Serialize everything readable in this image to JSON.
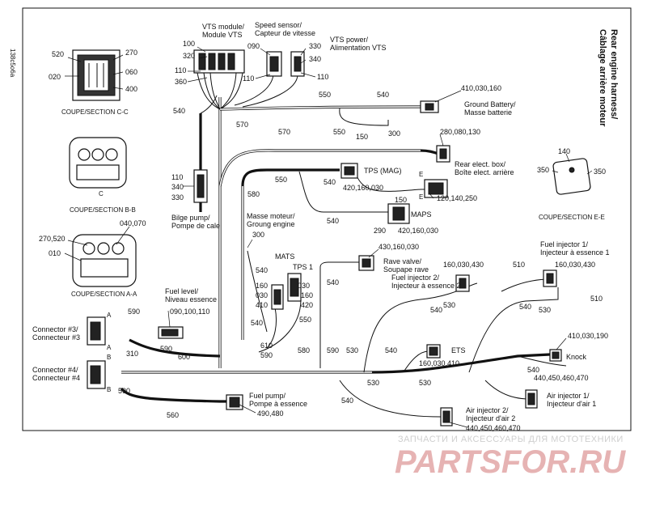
{
  "doc_ref": "138c5o6a",
  "title_line1": "Rear engine harness/",
  "title_line2": "Câblage arrière moteur",
  "sections": {
    "cc": "COUPE/SECTION C-C",
    "bb": "COUPE/SECTION B-B",
    "aa": "COUPE/SECTION A-A",
    "ee": "COUPE/SECTION E-E"
  },
  "section_numbers": {
    "cc": [
      "520",
      "270",
      "020",
      "060",
      "400"
    ],
    "aa": [
      "270,520",
      "040,070",
      "010"
    ],
    "ee": [
      "140",
      "350",
      "350"
    ]
  },
  "labels": {
    "vts_module": "VTS module/",
    "vts_module2": "Module VTS",
    "speed_sensor": "Speed sensor/",
    "speed_sensor2": "Capteur de vitesse",
    "vts_power": "VTS power/",
    "vts_power2": "Alimentation VTS",
    "ground_battery": "Ground Battery/",
    "ground_battery2": "Masse batterie",
    "rear_elec_box": "Rear elect. box/",
    "rear_elec_box2": "Boîte elect. arrière",
    "tps_mag": "TPS (MAG)",
    "maps": "MAPS",
    "bilge_pump": "Bilge pump/",
    "bilge_pump2": "Pompe de cale",
    "masse_moteur": "Masse moteur/",
    "masse_moteur2": "Groung engine",
    "mats": "MATS",
    "tps1": "TPS 1",
    "rave_valve": "Rave valve/",
    "rave_valve2": "Soupape rave",
    "fuel_inj2": "Fuel injector 2/",
    "fuel_inj2b": "Injecteur à essence 2",
    "fuel_inj1": "Fuel injector 1/",
    "fuel_inj1b": "Injecteur à essence 1",
    "fuel_level": "Fuel level/",
    "fuel_level2": "Niveau essence",
    "connector3": "Connector #3/",
    "connector3b": "Connecteur #3",
    "connector4": "Connector #4/",
    "connector4b": "Connecteur #4",
    "ets": "ETS",
    "knock": "Knock",
    "air_inj1": "Air injector 1/",
    "air_inj1b": "Injecteur d'air 1",
    "air_inj2": "Air injector 2/",
    "air_inj2b": "Injecteur d'air 2",
    "fuel_pump": "Fuel pump/",
    "fuel_pump2": "Pompe à essence",
    "e": "E",
    "a": "A",
    "b": "B",
    "c": "C"
  },
  "numbers": {
    "n100a": "100",
    "n320": "320",
    "n110a": "110",
    "n360": "360",
    "n090": "090",
    "n110b": "110",
    "n330a": "330",
    "n340a": "340",
    "n110c": "110",
    "n540a": "540",
    "n570a": "570",
    "n550a": "550",
    "n540b": "540",
    "n410_030_160": "410,030,160",
    "n550b": "550",
    "n150a": "150",
    "n300a": "300",
    "n570b": "570",
    "n280_080_130": "280,080,130",
    "n110d": "110",
    "n340b": "340",
    "n330b": "330",
    "n550c": "550",
    "n540c": "540",
    "n420_160_030a": "420,160,030",
    "n150b": "150",
    "n120_140_250": "120,140,250",
    "n580a": "580",
    "n540d": "540",
    "n290": "290",
    "n420_160_030b": "420,160,030",
    "n300b": "300",
    "n540e": "540",
    "n160a": "160",
    "n030a": "030",
    "n410a": "410",
    "n030b": "030",
    "n160b": "160",
    "n420": "420",
    "n550d": "550",
    "n540f": "540",
    "n430_160_030a": "430,160,030",
    "n540g": "540",
    "n160_030_430a": "160,030,430",
    "n510a": "510",
    "n160_030_430b": "160,030,430",
    "n530a": "530",
    "n540h": "540",
    "n540i": "540",
    "n530b": "530",
    "n510b": "510",
    "n590a": "590",
    "n090_100_110": "090,100,110",
    "n310": "310",
    "n590b": "590",
    "n600": "600",
    "n610": "610",
    "n590c": "590",
    "n580b": "580",
    "n590d": "590",
    "n530c": "530",
    "n540j": "540",
    "n410_030_190": "410,030,190",
    "n160_030_410": "160,030,410",
    "n530d": "530",
    "n530e": "530",
    "n540k": "540",
    "n440_450_460_470a": "440,450,460,470",
    "n590e": "590",
    "n560": "560",
    "n490_480": "490,480",
    "n540l": "540",
    "n440_450_460_470b": "440,450,460,470"
  },
  "watermark": {
    "line1": "ЗАПЧАСТИ И АКСЕССУАРЫ ДЛЯ МОТОТЕХНИКИ",
    "line2": "PARTSFOR.RU"
  }
}
